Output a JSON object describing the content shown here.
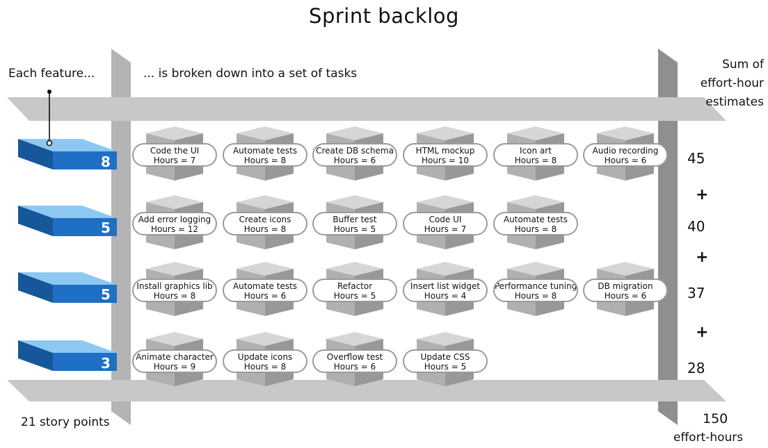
{
  "title": "Sprint backlog",
  "labels": {
    "each_feature": "Each feature...",
    "broken_down": "... is broken down into a set of tasks",
    "sum_heading": [
      "Sum of",
      "effort-hour",
      "estimates"
    ],
    "story_points_total": "21 story points",
    "effort_total_value": "150",
    "effort_total_unit": "effort-hours"
  },
  "features": [
    {
      "points": "8",
      "sum": "45",
      "tasks": [
        {
          "name": "Code the UI",
          "hours": "Hours = 7"
        },
        {
          "name": "Automate tests",
          "hours": "Hours = 8"
        },
        {
          "name": "Create DB schema",
          "hours": "Hours = 6"
        },
        {
          "name": "HTML mockup",
          "hours": "Hours = 10"
        },
        {
          "name": "Icon art",
          "hours": "Hours = 8"
        },
        {
          "name": "Audio recording",
          "hours": "Hours = 6"
        }
      ]
    },
    {
      "points": "5",
      "sum": "40",
      "tasks": [
        {
          "name": "Add error logging",
          "hours": "Hours = 12"
        },
        {
          "name": "Create icons",
          "hours": "Hours = 8"
        },
        {
          "name": "Buffer test",
          "hours": "Hours = 5"
        },
        {
          "name": "Code UI",
          "hours": "Hours = 7"
        },
        {
          "name": "Automate tests",
          "hours": "Hours = 8"
        }
      ]
    },
    {
      "points": "5",
      "sum": "37",
      "tasks": [
        {
          "name": "Install graphics lib",
          "hours": "Hours = 8"
        },
        {
          "name": "Automate tests",
          "hours": "Hours = 6"
        },
        {
          "name": "Refactor",
          "hours": "Hours = 5"
        },
        {
          "name": "Insert list widget",
          "hours": "Hours = 4"
        },
        {
          "name": "Performance tuning",
          "hours": "Hours = 8"
        },
        {
          "name": "DB migration",
          "hours": "Hours = 6"
        }
      ]
    },
    {
      "points": "3",
      "sum": "28",
      "tasks": [
        {
          "name": "Animate character",
          "hours": "Hours = 9"
        },
        {
          "name": "Update icons",
          "hours": "Hours = 8"
        },
        {
          "name": "Overflow test",
          "hours": "Hours = 6"
        },
        {
          "name": "Update CSS",
          "hours": "Hours = 5"
        }
      ]
    }
  ],
  "plus_sign": "+",
  "colors": {
    "shelf_top": "#c8c8c8",
    "shelf_front": "#a9a9a9",
    "post": "#b4b4b4",
    "post_shadow": "#8f8f8f",
    "feature_top": "#8cc8f2",
    "feature_front": "#1f6fc4",
    "feature_side": "#155799",
    "task_box": "#b0b0b0"
  }
}
